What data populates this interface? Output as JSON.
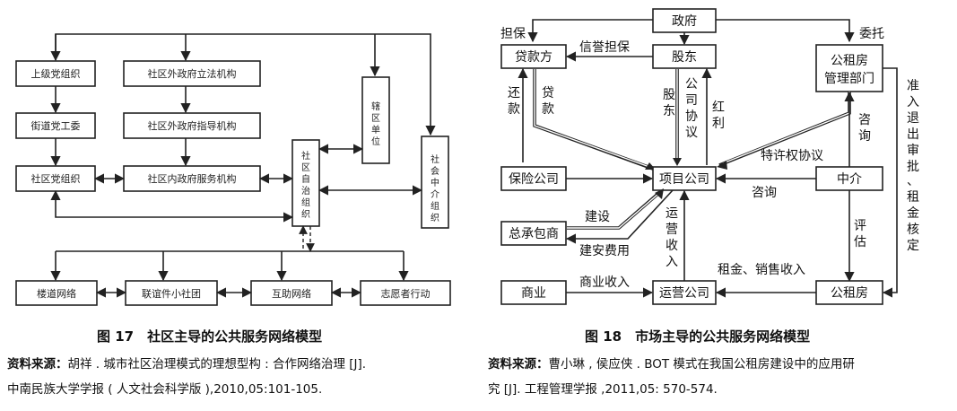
{
  "left": {
    "nodes": {
      "upper_party": "上级党组织",
      "street_party": "街道党工委",
      "community_party": "社区党组织",
      "legislative": "社区外政府立法机构",
      "guidance": "社区外政府指导机构",
      "service": "社区内政府服务机构",
      "autonomous": "社区自治组织",
      "jurisdiction": "辖区单位",
      "intermediary": "社会中介组织",
      "building": "楼道网络",
      "club": "联谊件小社团",
      "mutual": "互助网络",
      "volunteer": "志愿者行动"
    },
    "caption": "图 17　社区主导的公共服务网络模型",
    "source_label": "资料来源：",
    "source_line1": "胡祥 . 城市社区治理模式的理想型构 : 合作网络治理 [J].",
    "source_line2": "中南民族大学学报 ( 人文社会科学版 ),2010,05:101-105."
  },
  "right": {
    "nodes": {
      "government": "政府",
      "lender": "贷款方",
      "shareholder": "股东",
      "housing_dept_1": "公租房",
      "housing_dept_2": "管理部门",
      "insurance": "保险公司",
      "project": "项目公司",
      "agency": "中介",
      "contractor": "总承包商",
      "commerce": "商业",
      "operator": "运营公司",
      "housing": "公租房"
    },
    "labels": {
      "guarantee": "担保",
      "entrust": "委托",
      "credit_guarantee": "信誉担保",
      "repay_1": "还",
      "repay_2": "款",
      "loan_1": "贷",
      "loan_2": "款",
      "shareholder_1": "股",
      "shareholder_2": "东",
      "agreement_1": "公",
      "agreement_2": "司",
      "agreement_3": "协",
      "agreement_4": "议",
      "dividend_1": "红",
      "dividend_2": "利",
      "consult_1": "咨",
      "consult_2": "询",
      "franchise": "特许权协议",
      "consult_h": "咨询",
      "build": "建设",
      "build_cost": "建安费用",
      "op_income_1": "运",
      "op_income_2": "营",
      "op_income_3": "收",
      "op_income_4": "入",
      "evaluate_1": "评",
      "evaluate_2": "估",
      "biz_income": "商业收入",
      "rent_sales": "租金、销售收入",
      "approval": [
        "准",
        "入",
        "退",
        "出",
        "审",
        "批",
        "、",
        "租",
        "金",
        "核",
        "定"
      ]
    },
    "caption": "图 18　市场主导的公共服务网络模型",
    "source_label": "资料来源：",
    "source_line1": "曹小琳 , 侯应侠 . BOT 模式在我国公租房建设中的应用研",
    "source_line2": "究 [J]. 工程管理学报 ,2011,05: 570-574."
  }
}
